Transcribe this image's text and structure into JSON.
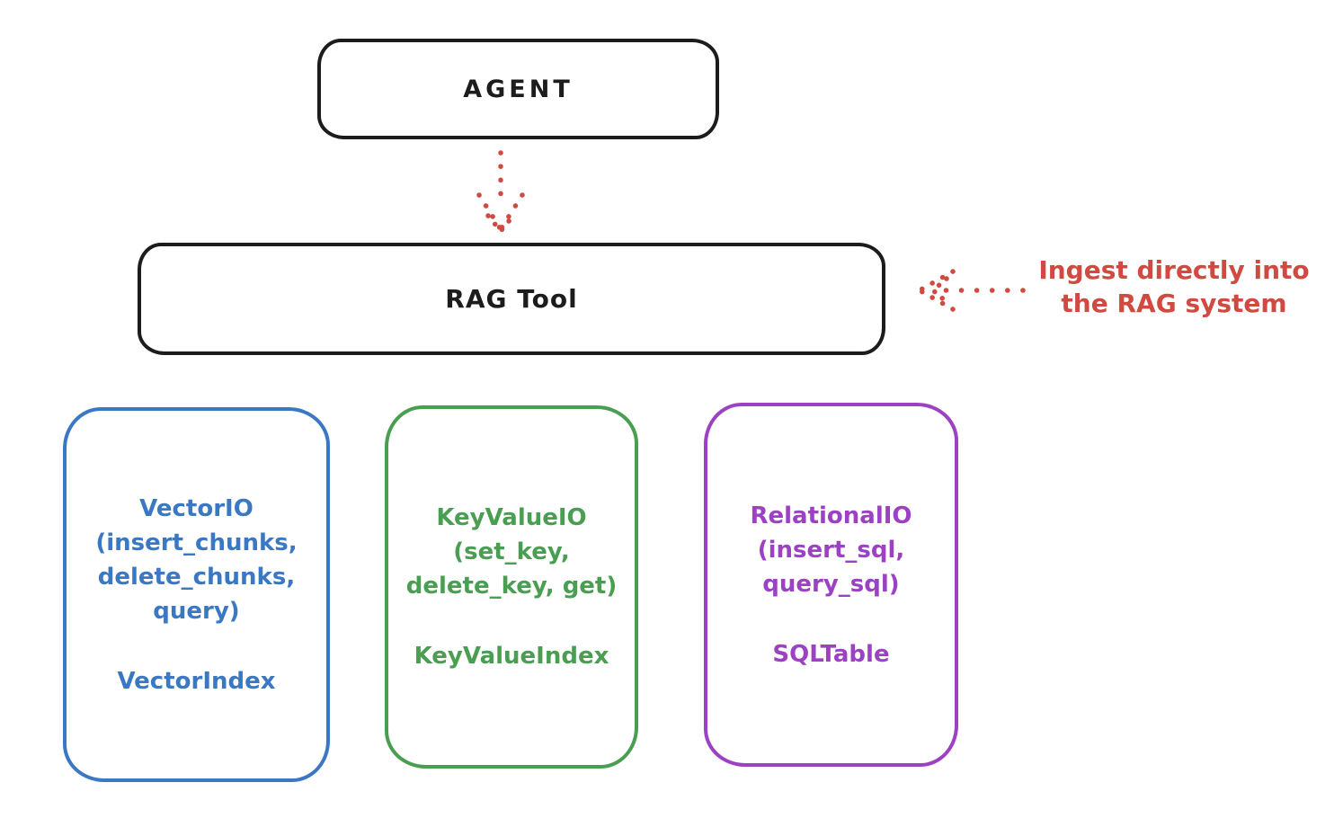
{
  "colors": {
    "ink": "#1c1c1c",
    "blue": "#3b78c4",
    "green": "#4a9e52",
    "purple": "#9d41c4",
    "red": "#d04a41"
  },
  "agent": {
    "label": "AGENT"
  },
  "rag_tool": {
    "label": "RAG Tool"
  },
  "annotation": {
    "line1": "Ingest directly into",
    "line2": "the RAG system"
  },
  "backends": [
    {
      "name": "VectorIO",
      "lines": [
        "VectorIO",
        "(insert_chunks,",
        "delete_chunks,",
        "query)"
      ],
      "index": "VectorIndex",
      "color": "#3b78c4"
    },
    {
      "name": "KeyValueIO",
      "lines": [
        "KeyValueIO",
        "(set_key,",
        "delete_key, get)"
      ],
      "index": "KeyValueIndex",
      "color": "#4a9e52"
    },
    {
      "name": "RelationalIO",
      "lines": [
        "RelationalIO",
        "(insert_sql,",
        "query_sql)"
      ],
      "index": "SQLTable",
      "color": "#9d41c4"
    }
  ]
}
